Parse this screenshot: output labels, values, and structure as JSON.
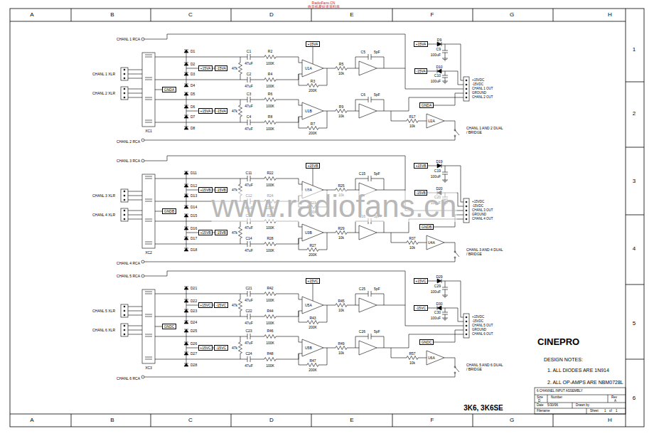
{
  "diagram": {
    "nodes": [
      {
        "text": [
          "GNDA"
        ]
      },
      {
        "text": [
          "+15VA"
        ]
      },
      {
        "text": [
          "-15VA"
        ]
      },
      {
        "text": [
          "+15VA"
        ]
      },
      {
        "text": [
          "-15VA"
        ]
      },
      {
        "text": [
          "+15VA"
        ]
      },
      {
        "text": [
          "GNDA"
        ]
      },
      {
        "text": [
          "+15VA"
        ]
      },
      {
        "text": [
          "-15VA"
        ]
      },
      {
        "text": [
          "GNDB"
        ]
      },
      {
        "text": [
          "+15VB"
        ]
      },
      {
        "text": [
          "-15VB"
        ]
      },
      {
        "text": [
          "+15VB"
        ]
      },
      {
        "text": [
          "-15VB"
        ]
      },
      {
        "text": [
          "+15VB"
        ]
      },
      {
        "text": [
          "GNDB"
        ]
      },
      {
        "text": [
          "+15VB"
        ]
      },
      {
        "text": [
          "-15VB"
        ]
      },
      {
        "text": [
          "GNDC"
        ]
      },
      {
        "text": [
          "+15VC"
        ]
      },
      {
        "text": [
          "-15VC"
        ]
      },
      {
        "text": [
          "+15VC"
        ]
      },
      {
        "text": [
          "-15VC"
        ]
      },
      {
        "text": [
          "+15VC"
        ]
      },
      {
        "text": [
          "GNDC"
        ]
      },
      {
        "text": [
          "+15VC"
        ]
      },
      {
        "text": [
          "-15VC"
        ]
      }
    ],
    "labels": [
      "RadioFans.CN",
      "收音机爱好者资料库",
      "A",
      "B",
      "C",
      "D",
      "E",
      "F",
      "G",
      "H",
      "A",
      "B",
      "C",
      "D",
      "E",
      "F",
      "G",
      "H",
      "1",
      "2",
      "3",
      "4",
      "5",
      "6",
      "CHANL 1 RCA",
      "CHANL 1 XLR",
      "CHANL 2 XLR",
      "XC1",
      "CHANL 2 RCA",
      "D1",
      "D2",
      "D3",
      "D4",
      "47k",
      "C1",
      "47uF",
      "R2",
      "100K",
      "C2",
      "47uF",
      "R4",
      "100K",
      "U1A",
      "R3",
      "200K",
      "R5",
      "10k",
      "C5",
      "5pF",
      "D5",
      "D6",
      "D7",
      "D8",
      "47k",
      "C3",
      "47uF",
      "R6",
      "100K",
      "C4",
      "47uF",
      "R8",
      "100K",
      "U1B",
      "R7",
      "200K",
      "R9",
      "10k",
      "C6",
      "5pF",
      "D9",
      "C9",
      "100uF",
      "D10",
      "C10",
      "100uF",
      "+15VDC",
      "-15VDC",
      "CHANL 1 OUT",
      "GROUND",
      "CHANL 2 OUT",
      "U2A",
      "R17",
      "10k",
      "CHANL 1 AND 2 DUAL / BRIDGE",
      "CHANL 3 RCA",
      "CHANL 3 XLR",
      "CHANL 4 XLR",
      "XC2",
      "CHANL 4 RCA",
      "D11",
      "D12",
      "D13",
      "D14",
      "47k",
      "C11",
      "47uF",
      "R22",
      "100K",
      "C12",
      "47uF",
      "R24",
      "100K",
      "U3A",
      "R23",
      "200K",
      "R25",
      "10k",
      "C15",
      "5pF",
      "D15",
      "D16",
      "D17",
      "D18",
      "47k",
      "C13",
      "47uF",
      "R26",
      "100K",
      "C14",
      "47uF",
      "R28",
      "100K",
      "U3B",
      "R27",
      "200K",
      "R29",
      "10k",
      "C16",
      "5pF",
      "D19",
      "C19",
      "100uF",
      "D20",
      "C20",
      "100uF",
      "+15VDC",
      "-15VDC",
      "CHANL 3 OUT",
      "GROUND",
      "CHANL 4 OUT",
      "U4A",
      "R37",
      "10k",
      "CHANL 3 AND 4 DUAL / BRIDGE",
      "CHANL 5 RCA",
      "CHANL 5 XLR",
      "CHANL 6 XLR",
      "XC3",
      "CHANL 6 RCA",
      "D21",
      "D22",
      "D23",
      "D24",
      "47k",
      "C21",
      "47uF",
      "R42",
      "100K",
      "C22",
      "47uF",
      "R44",
      "100K",
      "U5A",
      "R43",
      "200K",
      "R45",
      "10k",
      "C25",
      "5pF",
      "D25",
      "D26",
      "D27",
      "D28",
      "47k",
      "C23",
      "47uF",
      "R46",
      "100K",
      "C24",
      "47uF",
      "R48",
      "100K",
      "U5B",
      "R47",
      "200K",
      "R49",
      "10k",
      "C26",
      "5pF",
      "D29",
      "C29",
      "100uF",
      "D30",
      "C30",
      "100uF",
      "+15VDC",
      "-15VDC",
      "CHANL 5 OUT",
      "GROUND",
      "CHANL 6 OUT",
      "U6A",
      "R57",
      "10k",
      "CHANL 5 AND 6 DUAL / BRIDGE",
      "www.radiofans.cn",
      "CINEPRO",
      "DESIGN NOTES:",
      "1. ALL DIODES ARE 1N914",
      "2. ALL OP-AMPS ARE NBM0728L",
      "3K6, 3K6SE",
      "6 CHANNEL INPUT ASSEMBLY",
      "Size",
      "D",
      "Number",
      "Rev",
      "A",
      "Date",
      "5/30/96",
      "Drawn by",
      "Filename",
      "Sheet",
      "1",
      "of",
      "1"
    ]
  }
}
